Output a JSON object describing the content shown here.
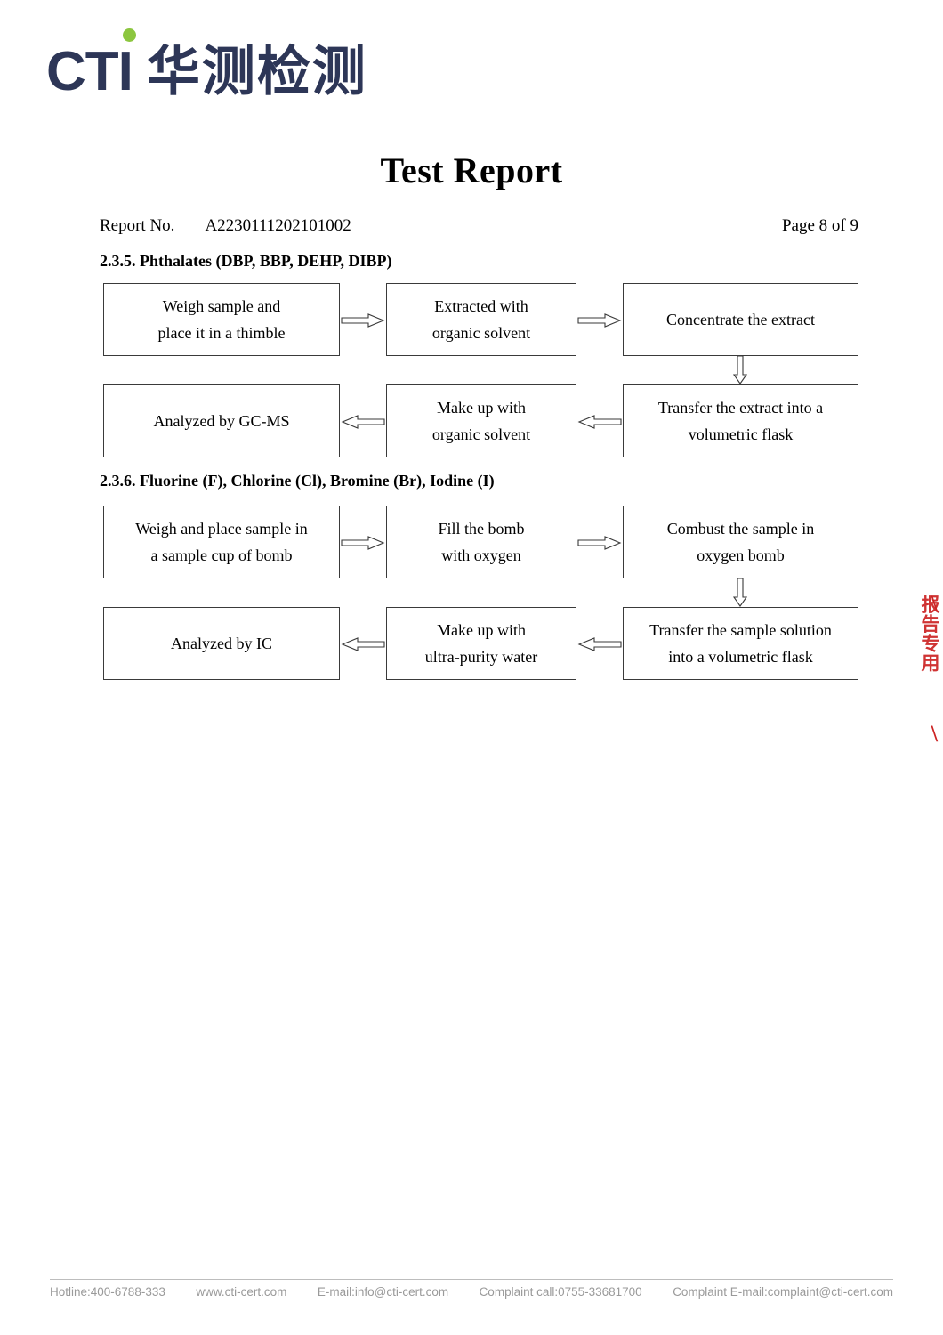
{
  "brand": {
    "logo_latin": "CTI",
    "logo_chinese": "华测检测",
    "logo_color": "#2d3657",
    "logo_dot_color": "#8cc63f"
  },
  "header": {
    "title": "Test Report",
    "report_label": "Report No.",
    "report_number": "A2230111202101002",
    "page_indicator": "Page 8 of 9"
  },
  "sections": [
    {
      "heading": "2.3.5. Phthalates (DBP, BBP, DEHP, DIBP)",
      "flow": {
        "row1": [
          {
            "line1": "Weigh sample and",
            "line2": "place it in a thimble"
          },
          {
            "line1": "Extracted with",
            "line2": "organic solvent"
          },
          {
            "line1": "Concentrate the extract",
            "line2": ""
          }
        ],
        "row2": [
          {
            "line1": "Analyzed by GC-MS",
            "line2": ""
          },
          {
            "line1": "Make up with",
            "line2": "organic solvent"
          },
          {
            "line1": "Transfer the extract into a",
            "line2": "volumetric flask"
          }
        ]
      }
    },
    {
      "heading": "2.3.6. Fluorine (F), Chlorine (Cl), Bromine (Br), Iodine (I)",
      "flow": {
        "row1": [
          {
            "line1": "Weigh and place sample in",
            "line2": "a sample cup of bomb"
          },
          {
            "line1": "Fill the bomb",
            "line2": "with oxygen"
          },
          {
            "line1": "Combust the sample in",
            "line2": "oxygen bomb"
          }
        ],
        "row2": [
          {
            "line1": "Analyzed by IC",
            "line2": ""
          },
          {
            "line1": "Make up with",
            "line2": "ultra-purity water"
          },
          {
            "line1": "Transfer the sample solution",
            "line2": "into a volumetric flask"
          }
        ]
      }
    }
  ],
  "watermark": {
    "text": "报告专用",
    "color": "#cc2222"
  },
  "footer": {
    "hotline": "Hotline:400-6788-333",
    "website": "www.cti-cert.com",
    "email": "E-mail:info@cti-cert.com",
    "complaint_call": "Complaint call:0755-33681700",
    "complaint_email": "Complaint E-mail:complaint@cti-cert.com"
  }
}
